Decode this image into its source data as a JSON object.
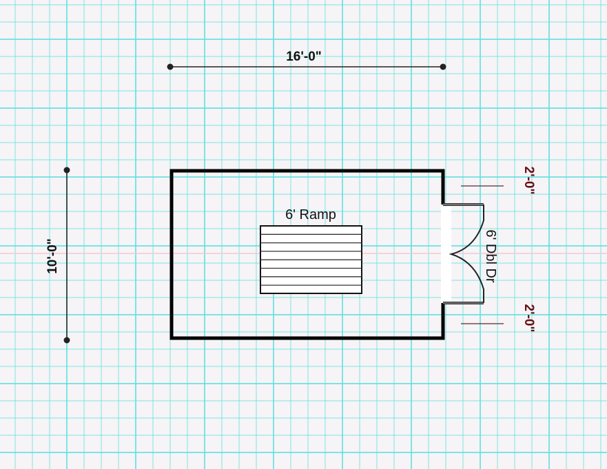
{
  "plan": {
    "width_dimension": "16'-0\"",
    "height_dimension": "10'-0\"",
    "ramp_label": "6' Ramp",
    "door_label": "6' Dbl Dr",
    "door_offset_top": "2'-0\"",
    "door_offset_bottom": "2'-0\""
  },
  "colors": {
    "grid": "#5fe0e0",
    "accent_dimension": "#6b0f14",
    "walls": "#000000"
  }
}
